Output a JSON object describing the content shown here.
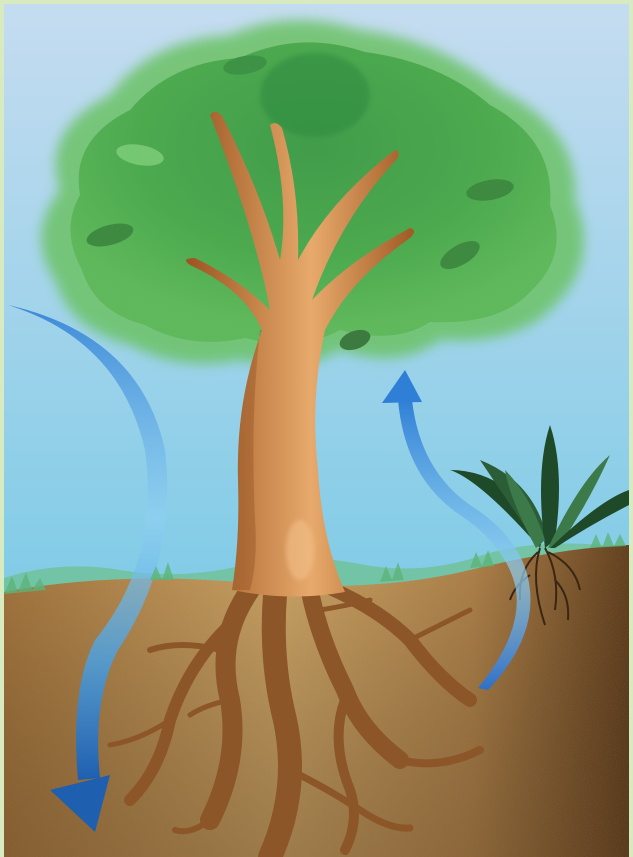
{
  "diagram": {
    "subject": "tree-water-cycle",
    "elements": [
      {
        "id": "tree-canopy",
        "kind": "foliage"
      },
      {
        "id": "tree-trunk",
        "kind": "trunk"
      },
      {
        "id": "tree-roots",
        "kind": "roots"
      },
      {
        "id": "small-plant",
        "kind": "plant"
      },
      {
        "id": "soil",
        "kind": "ground"
      },
      {
        "id": "sky",
        "kind": "background"
      },
      {
        "id": "arrow-down",
        "kind": "flow-arrow",
        "direction": "down"
      },
      {
        "id": "arrow-up",
        "kind": "flow-arrow",
        "direction": "up"
      }
    ]
  },
  "colors": {
    "frame": "#d8eac0",
    "sky_top": "#c5dcf0",
    "sky_bottom": "#7fcbe6",
    "grass": "#5cb47a",
    "soil_light": "#d4a866",
    "soil_dark": "#5c3818",
    "canopy_dark": "#2f8a3f",
    "canopy_light": "#6fc063",
    "trunk_light": "#e3a064",
    "trunk_dark": "#8a4a1c",
    "root": "#8c5628",
    "arrow": "#2f7fd6",
    "arrow_light": "#a8dcf5",
    "plant_dark": "#1f4a2a",
    "plant_mid": "#3d7a4a"
  }
}
